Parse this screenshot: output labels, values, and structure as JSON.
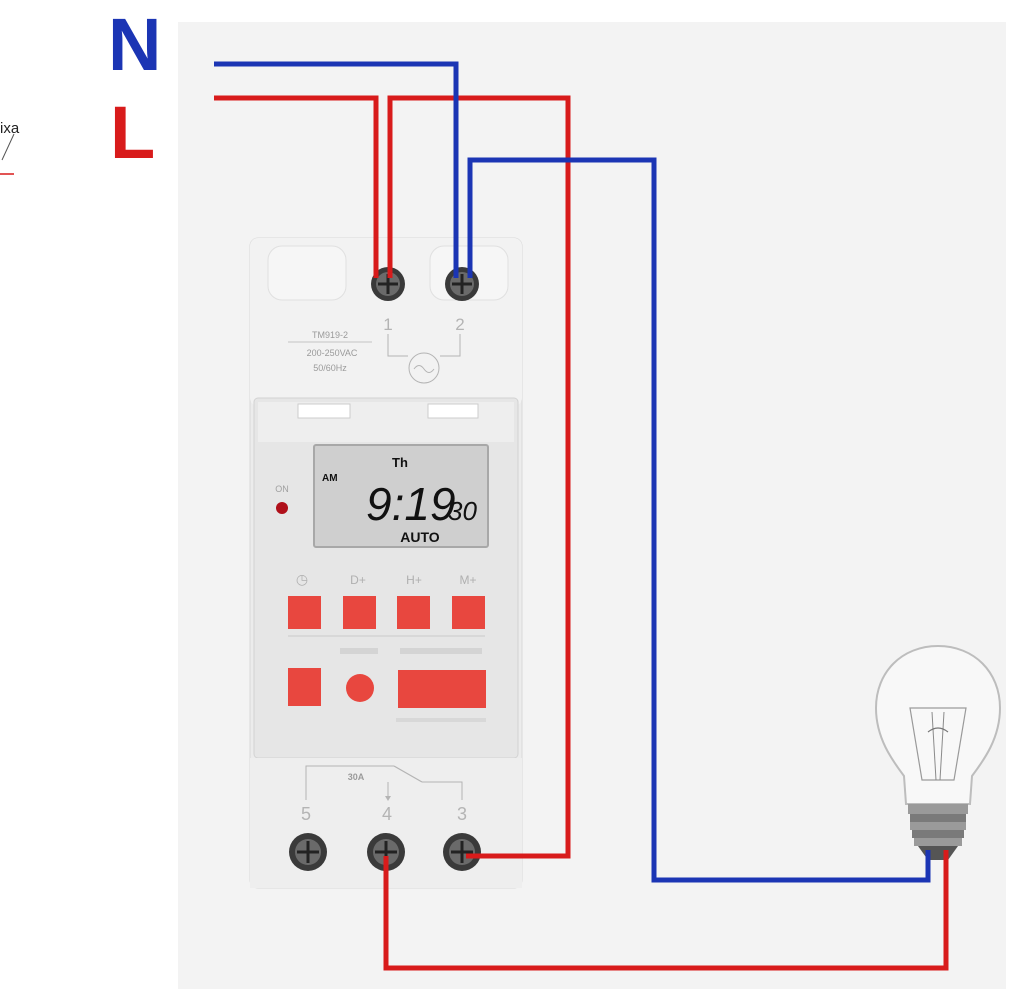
{
  "labels": {
    "neutral": "N",
    "live": "L",
    "stray_text": "ixa"
  },
  "device": {
    "model_lines": [
      "TM919-2",
      "200-250VAC",
      "50/60Hz"
    ],
    "top_terminals": [
      "1",
      "2"
    ],
    "bottom_terminals": [
      "5",
      "4",
      "3"
    ],
    "relay_rating": "30A",
    "indicator_label": "ON",
    "lcd": {
      "day": "Th",
      "ampm": "AM",
      "time": "9:19",
      "seconds": "30",
      "mode": "AUTO"
    },
    "button_captions": [
      "◷",
      "D+",
      "H+",
      "M+"
    ]
  },
  "colors": {
    "neutral_wire": "#1b35b4",
    "live_wire": "#d81b1b",
    "button": "#e8473f",
    "lcd": "#cfcfcf",
    "housing": "#ececec"
  }
}
